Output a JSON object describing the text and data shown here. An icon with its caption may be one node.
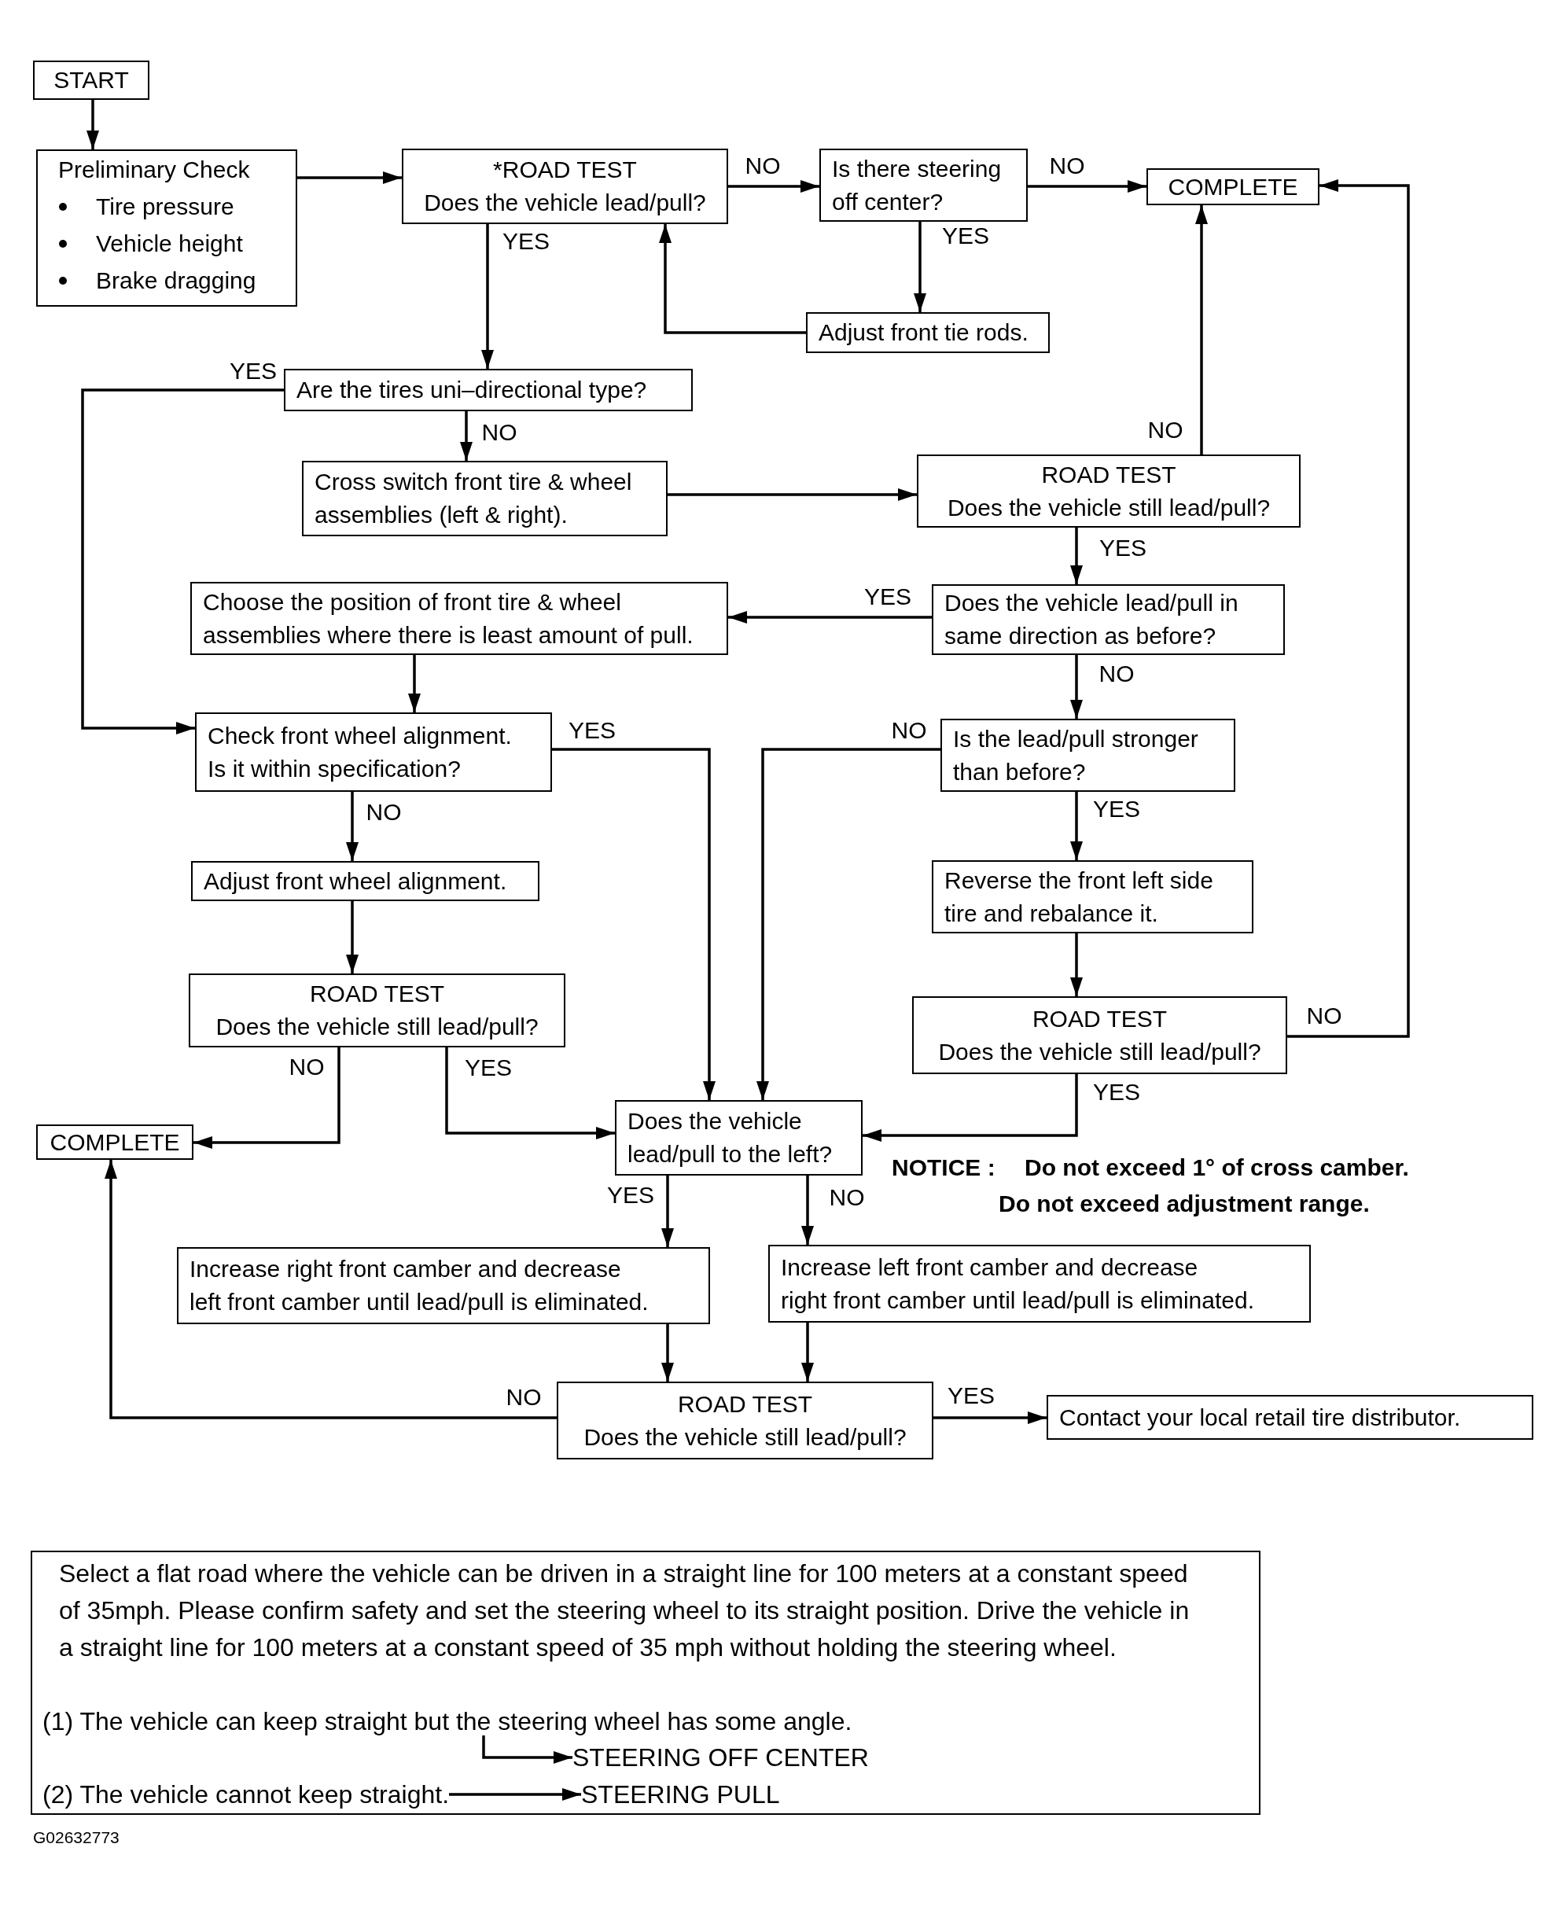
{
  "diagram": {
    "nodes": [
      {
        "text": [
          "START"
        ]
      },
      {
        "text": [
          "Preliminary Check",
          "Tire pressure",
          "Vehicle height",
          "Brake dragging"
        ]
      },
      {
        "text": [
          "*ROAD TEST",
          "Does the vehicle lead/pull?"
        ]
      },
      {
        "text": [
          "Is there steering off center?"
        ]
      },
      {
        "text": [
          "COMPLETE"
        ]
      },
      {
        "text": [
          "Adjust front tie rods."
        ]
      },
      {
        "text": [
          "Are the tires uni–directional type?"
        ]
      },
      {
        "text": [
          "Cross switch front tire & wheel assemblies (left & right)."
        ]
      },
      {
        "text": [
          "ROAD TEST",
          "Does the vehicle still lead/pull?"
        ]
      },
      {
        "text": [
          "Does the vehicle lead/pull in same direction as before?"
        ]
      },
      {
        "text": [
          "Choose the position of front tire & wheel assemblies where there is least amount of pull."
        ]
      },
      {
        "text": [
          "Check front wheel alignment. Is it within specification?"
        ]
      },
      {
        "text": [
          "Is the lead/pull stronger than before?"
        ]
      },
      {
        "text": [
          "Adjust front wheel alignment."
        ]
      },
      {
        "text": [
          "Reverse the front left side tire and rebalance it."
        ]
      },
      {
        "text": [
          "ROAD TEST",
          "Does the vehicle still lead/pull?"
        ]
      },
      {
        "text": [
          "ROAD TEST",
          "Does the vehicle still lead/pull?"
        ]
      },
      {
        "text": [
          "COMPLETE"
        ]
      },
      {
        "text": [
          "Does the vehicle lead/pull to the left?"
        ]
      },
      {
        "text": [
          "Increase right front camber and decrease left front camber until lead/pull is eliminated."
        ]
      },
      {
        "text": [
          "Increase left front camber and decrease right front camber until lead/pull is eliminated."
        ]
      },
      {
        "text": [
          "ROAD TEST",
          "Does the vehicle still lead/pull?"
        ]
      },
      {
        "text": [
          "Contact your local retail tire distributor."
        ]
      },
      {
        "text": [
          "Select a flat road where the vehicle can be driven in a straight line for 100 meters at a constant speed of 35mph. Please confirm safety and set the steering wheel to its straight position. Drive the vehicle in a straight line for 100 meters at a constant speed of 35 mph without holding the steering wheel."
        ]
      },
      {
        "text": [
          "(1) The vehicle can keep straight but the steering wheel has some angle."
        ],
        "in": 23
      },
      {
        "text": [
          "STEERING OFF CENTER"
        ],
        "in": 23
      },
      {
        "text": [
          "(2) The vehicle cannot keep straight."
        ],
        "in": 23
      },
      {
        "text": [
          "STEERING PULL"
        ],
        "in": 23
      }
    ],
    "edges": [
      {
        "from": 0,
        "to": 1,
        "arrow": "to"
      },
      {
        "from": 1,
        "to": 2,
        "arrow": "to"
      },
      {
        "from": 2,
        "to": 3,
        "arrow": "to",
        "label": "NO"
      },
      {
        "from": 3,
        "to": 4,
        "arrow": "to",
        "label": "NO"
      },
      {
        "from": 3,
        "to": 5,
        "arrow": "to",
        "label": "YES"
      },
      {
        "from": 5,
        "to": 2,
        "arrow": "to"
      },
      {
        "from": 2,
        "to": 6,
        "arrow": "to",
        "label": "YES"
      },
      {
        "from": 6,
        "to": 11,
        "arrow": "to",
        "label": "YES"
      },
      {
        "from": 6,
        "to": 7,
        "arrow": "to",
        "label": "NO"
      },
      {
        "from": 7,
        "to": 8,
        "arrow": "to"
      },
      {
        "from": 8,
        "to": 4,
        "arrow": "to",
        "label": "NO"
      },
      {
        "from": 8,
        "to": 9,
        "arrow": "to",
        "label": "YES"
      },
      {
        "from": 9,
        "to": 10,
        "arrow": "to",
        "label": "YES"
      },
      {
        "from": 9,
        "to": 12,
        "arrow": "to",
        "label": "NO"
      },
      {
        "from": 10,
        "to": 11,
        "arrow": "to"
      },
      {
        "from": 11,
        "to": 18,
        "arrow": "to",
        "label": "YES"
      },
      {
        "from": 12,
        "to": 18,
        "arrow": "to",
        "label": "NO"
      },
      {
        "from": 11,
        "to": 13,
        "arrow": "to",
        "label": "NO"
      },
      {
        "from": 12,
        "to": 14,
        "arrow": "to",
        "label": "YES"
      },
      {
        "from": 13,
        "to": 15,
        "arrow": "to"
      },
      {
        "from": 14,
        "to": 16,
        "arrow": "to"
      },
      {
        "from": 15,
        "to": 17,
        "arrow": "to",
        "label": "NO"
      },
      {
        "from": 15,
        "to": 18,
        "arrow": "to",
        "label": "YES"
      },
      {
        "from": 16,
        "to": 4,
        "arrow": "to",
        "label": "NO"
      },
      {
        "from": 16,
        "to": 18,
        "arrow": "to",
        "label": "YES"
      },
      {
        "from": 18,
        "to": 19,
        "arrow": "to",
        "label": "YES"
      },
      {
        "from": 18,
        "to": 20,
        "arrow": "to",
        "label": "NO"
      },
      {
        "from": 19,
        "to": 21,
        "arrow": "to"
      },
      {
        "from": 20,
        "to": 21,
        "arrow": "to"
      },
      {
        "from": 21,
        "to": 17,
        "arrow": "to",
        "label": "NO"
      },
      {
        "from": 21,
        "to": 22,
        "arrow": "to",
        "label": "YES"
      },
      {
        "from": 24,
        "to": 25,
        "arrow": "to"
      },
      {
        "from": 26,
        "to": 27,
        "arrow": "to"
      }
    ],
    "labels": [
      "NOTICE :",
      "Do not exceed 1° of cross camber.",
      "Do not exceed adjustment range.",
      "G02632773"
    ]
  }
}
